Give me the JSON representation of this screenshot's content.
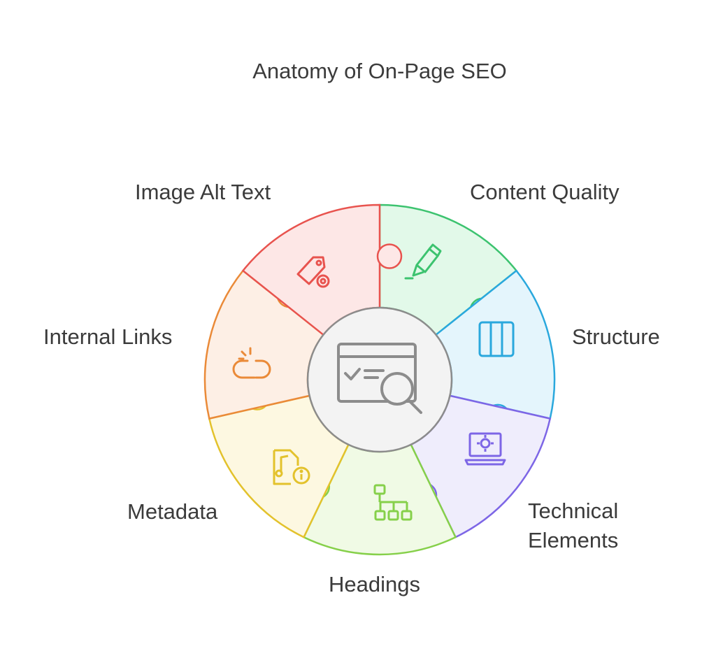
{
  "title": "Anatomy of On-Page SEO",
  "center": {
    "name": "seo-analysis",
    "icon": "seo-analysis-icon",
    "color": "#8c8c8c",
    "fill": "#f3f3f3"
  },
  "segments": [
    {
      "key": "content_quality",
      "label": "Content Quality",
      "icon": "pencil-icon",
      "stroke": "#3cc36f",
      "fill": "#e2f9e9"
    },
    {
      "key": "structure",
      "label": "Structure",
      "icon": "columns-icon",
      "stroke": "#2aa8dd",
      "fill": "#e4f5fc"
    },
    {
      "key": "technical_elements",
      "label": [
        "Technical",
        "Elements"
      ],
      "icon": "laptop-gear-icon",
      "stroke": "#7d66e6",
      "fill": "#efedfc"
    },
    {
      "key": "headings",
      "label": "Headings",
      "icon": "hierarchy-icon",
      "stroke": "#86d04a",
      "fill": "#f0fae5"
    },
    {
      "key": "metadata",
      "label": "Metadata",
      "icon": "file-info-icon",
      "stroke": "#e3c22c",
      "fill": "#fdf8e1"
    },
    {
      "key": "internal_links",
      "label": "Internal Links",
      "icon": "broken-link-icon",
      "stroke": "#ea8a38",
      "fill": "#fdefe5"
    },
    {
      "key": "image_alt_text",
      "label": "Image Alt Text",
      "icon": "tag-gear-icon",
      "stroke": "#e8534e",
      "fill": "#fde7e6"
    }
  ]
}
